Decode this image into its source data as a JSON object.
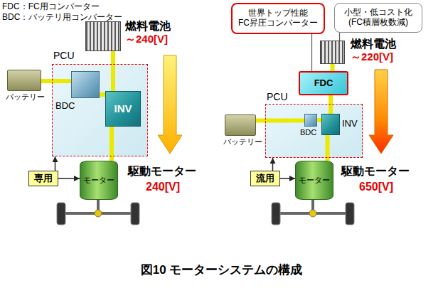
{
  "diagram": {
    "caption": "図10 モーターシステムの構成",
    "nodes": [
      {
        "text": [
          "燃料電池",
          "～240[V]"
        ]
      },
      {
        "text": [
          "PCU"
        ]
      },
      {
        "text": [
          "バッテリー"
        ]
      },
      {
        "text": [
          "BDC"
        ],
        "in": 1
      },
      {
        "text": [
          "INV"
        ],
        "in": 1
      },
      {
        "text": [
          "専用"
        ]
      },
      {
        "text": [
          "モーター"
        ]
      },
      {
        "text": [
          "世界トップ性能 FC昇圧コンバーター"
        ]
      },
      {
        "text": [
          "小型・低コスト化 (FC積層枚数減)"
        ]
      },
      {
        "text": [
          "燃料電池",
          "～220[V]"
        ]
      },
      {
        "text": [
          "FDC"
        ]
      },
      {
        "text": [
          "PCU"
        ]
      },
      {
        "text": [
          "バッテリー"
        ]
      },
      {
        "text": [
          "BDC"
        ],
        "in": 11
      },
      {
        "text": [
          "INV"
        ],
        "in": 11
      },
      {
        "text": [
          "流用"
        ]
      },
      {
        "text": [
          "モーター"
        ]
      }
    ],
    "edges": [
      {
        "from": 0,
        "to": 4,
        "arrow": "none"
      },
      {
        "from": 2,
        "to": 3,
        "arrow": "none"
      },
      {
        "from": 3,
        "to": 4,
        "arrow": "none"
      },
      {
        "from": 4,
        "to": 6,
        "arrow": "none"
      },
      {
        "from": 5,
        "to": 1,
        "arrow": "to"
      },
      {
        "from": 5,
        "to": 6,
        "arrow": "to"
      },
      {
        "from": 7,
        "to": 10,
        "arrow": "none"
      },
      {
        "from": 8,
        "to": 9,
        "arrow": "none"
      },
      {
        "from": 9,
        "to": 10,
        "arrow": "none"
      },
      {
        "from": 10,
        "to": 14,
        "arrow": "none"
      },
      {
        "from": 12,
        "to": 13,
        "arrow": "none"
      },
      {
        "from": 13,
        "to": 14,
        "arrow": "none"
      },
      {
        "from": 14,
        "to": 16,
        "arrow": "none"
      },
      {
        "from": 15,
        "to": 11,
        "arrow": "to"
      },
      {
        "from": 15,
        "to": 16,
        "arrow": "to"
      }
    ],
    "labels": [
      "FDC：FC用コンバーター",
      "BDC：バッテリ用コンバーター",
      "駆動モーター",
      "240[V]",
      "駆動モーター",
      "650[V]"
    ]
  }
}
